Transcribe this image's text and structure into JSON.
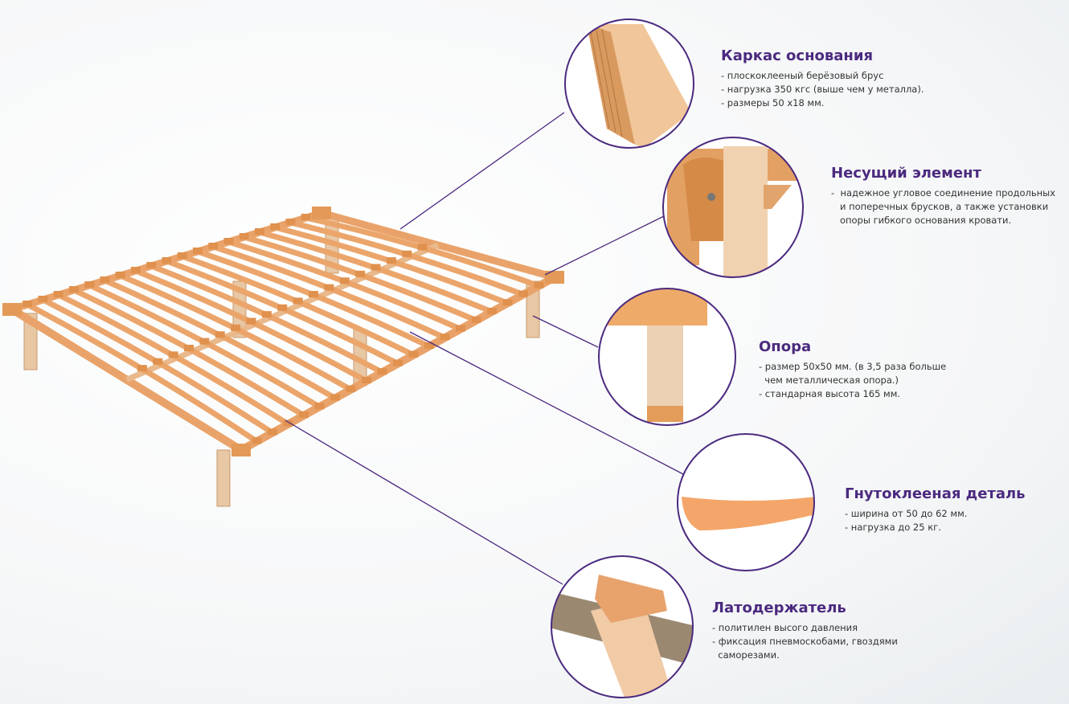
{
  "colors": {
    "accent": "#4b2a7f",
    "wood": "#e9a36a",
    "wood_light": "#f2c9a0",
    "connector": "#4b2a7f"
  },
  "features": [
    {
      "title": "Каркас основания",
      "items": [
        "- плоскоклееный берёзовый брус",
        "- нагрузка 350 кгс (выше чем у металла).",
        "- размеры 50 х18 мм."
      ]
    },
    {
      "title": "Несущий элемент",
      "items": [
        "-  надежное угловое соединение продольных",
        "   и поперечных брусков, а также установки",
        "   опоры гибкого основания кровати."
      ]
    },
    {
      "title": "Опора",
      "items": [
        "- размер 50х50 мм. (в 3,5 раза больше",
        "  чем металлическая опора.)",
        "- стандарная высота 165 мм."
      ]
    },
    {
      "title": "Гнутоклееная деталь",
      "items": [
        "- ширина от 50 до 62 мм.",
        "- нагрузка до 25 кг."
      ]
    },
    {
      "title": "Латодержатель",
      "items": [
        "- политилен высого давления",
        "- фиксация пневмоскобами, гвоздями",
        "  саморезами."
      ]
    }
  ]
}
